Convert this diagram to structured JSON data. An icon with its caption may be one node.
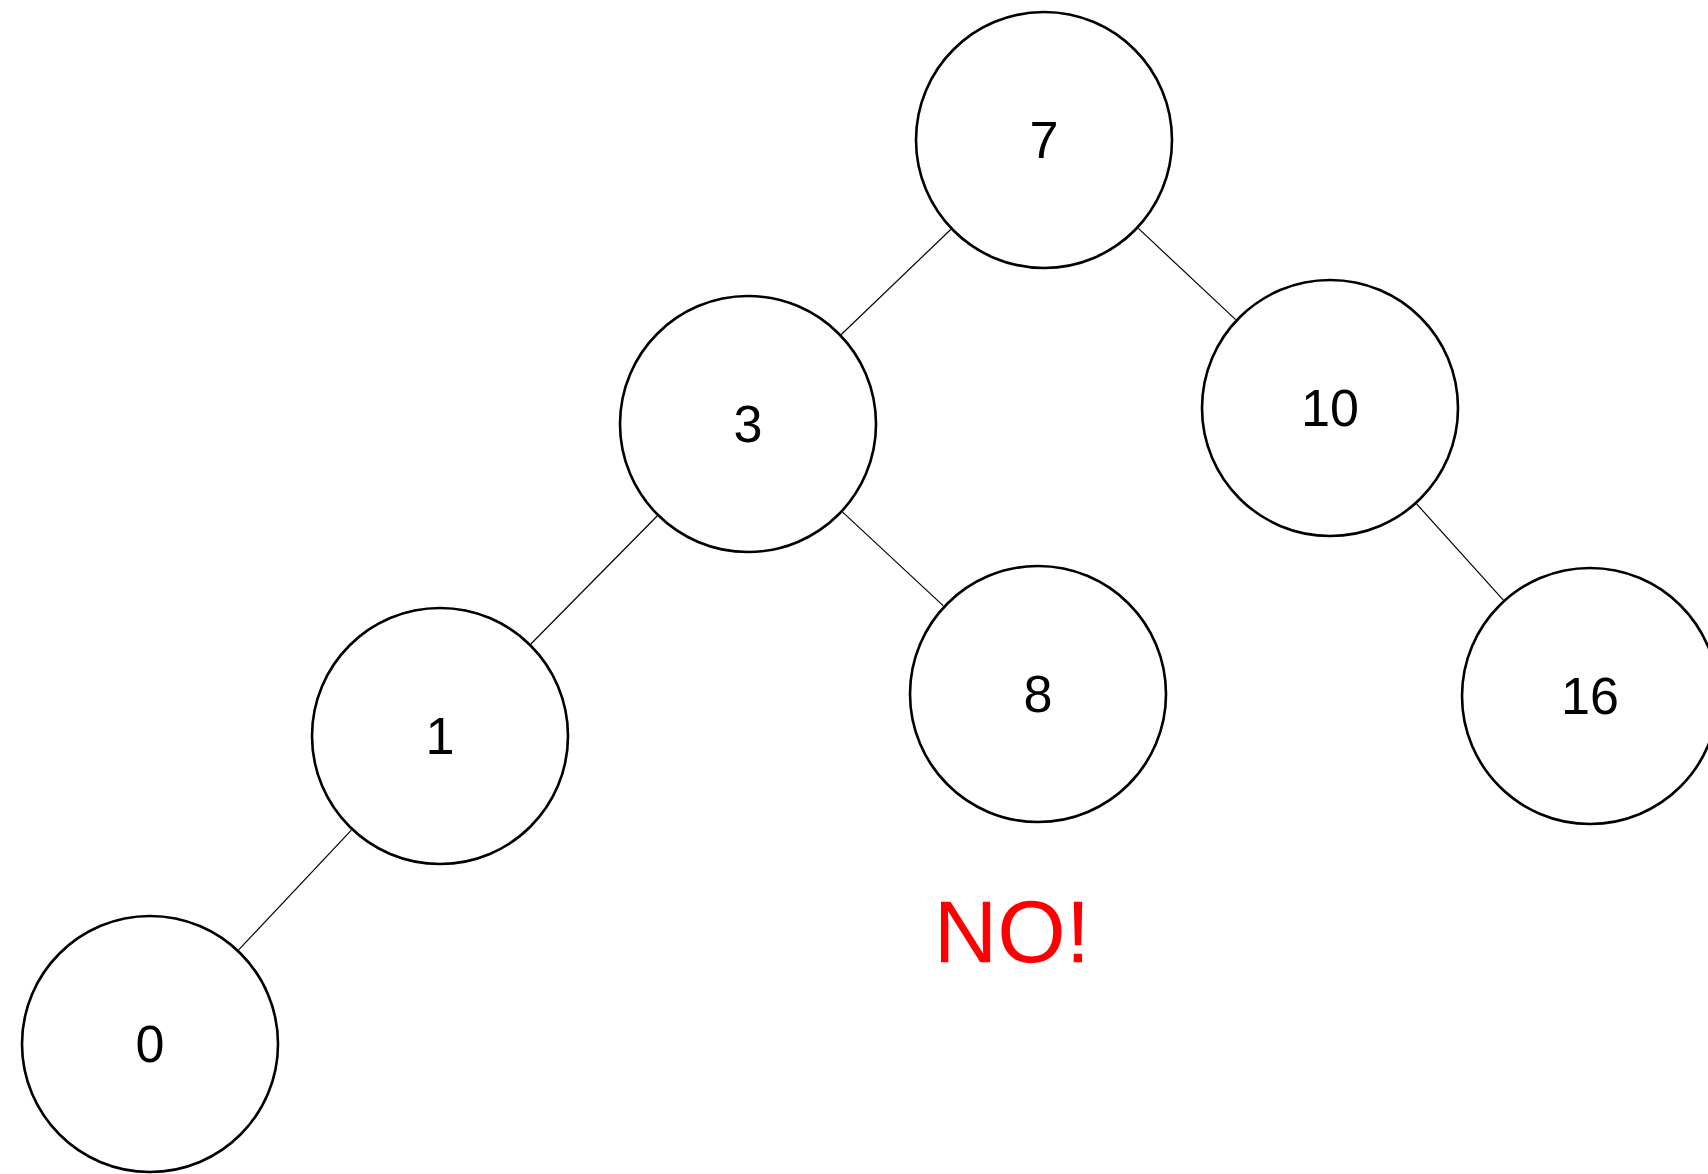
{
  "diagram": {
    "nodes": [
      {
        "text": [
          "7"
        ]
      },
      {
        "text": [
          "3"
        ]
      },
      {
        "text": [
          "10"
        ]
      },
      {
        "text": [
          "1"
        ]
      },
      {
        "text": [
          "8"
        ]
      },
      {
        "text": [
          "16"
        ]
      },
      {
        "text": [
          "0"
        ]
      }
    ],
    "edges": [
      {
        "from": 0,
        "to": 1,
        "arrow": "none"
      },
      {
        "from": 0,
        "to": 2,
        "arrow": "none"
      },
      {
        "from": 1,
        "to": 3,
        "arrow": "none"
      },
      {
        "from": 1,
        "to": 4,
        "arrow": "none"
      },
      {
        "from": 2,
        "to": 5,
        "arrow": "none"
      },
      {
        "from": 3,
        "to": 6,
        "arrow": "none"
      }
    ],
    "labels": [
      "NO!"
    ]
  }
}
